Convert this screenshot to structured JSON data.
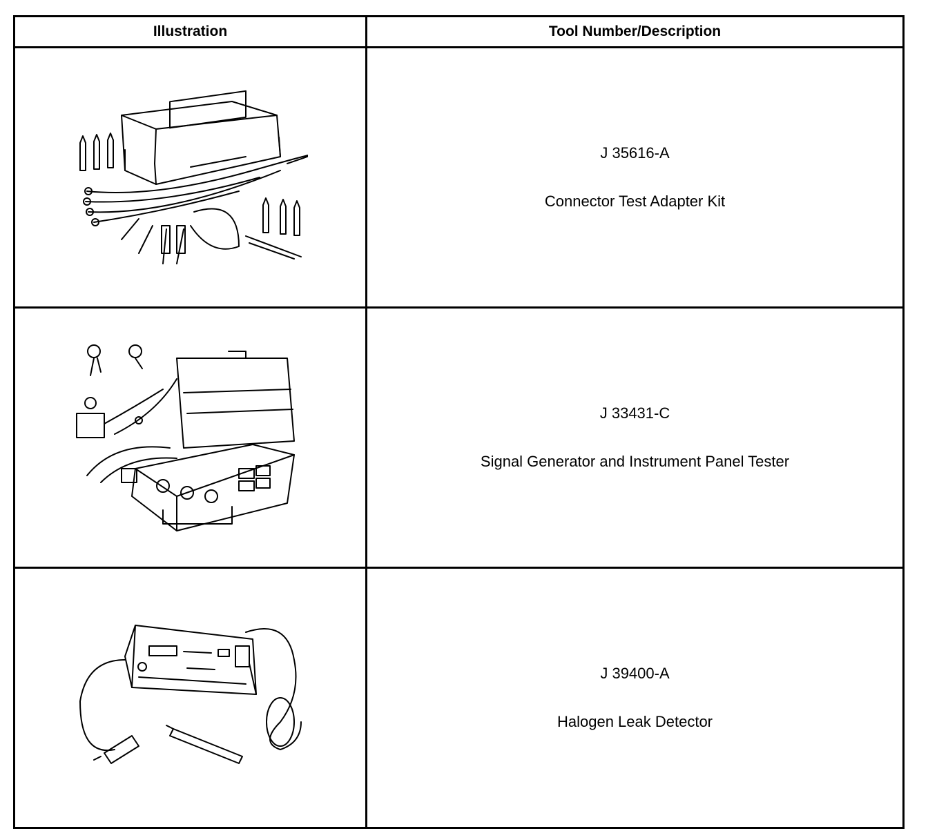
{
  "table": {
    "headers": [
      "Illustration",
      "Tool Number/Description"
    ],
    "rows": [
      {
        "tool_number": "J 35616-A",
        "description": "Connector Test Adapter Kit",
        "illustration": "connector-test-adapter-kit-drawing"
      },
      {
        "tool_number": "J 33431-C",
        "description": "Signal Generator and Instrument Panel Tester",
        "illustration": "signal-generator-tester-drawing"
      },
      {
        "tool_number": "J 39400-A",
        "description": "Halogen Leak Detector",
        "illustration": "halogen-leak-detector-drawing"
      }
    ]
  }
}
